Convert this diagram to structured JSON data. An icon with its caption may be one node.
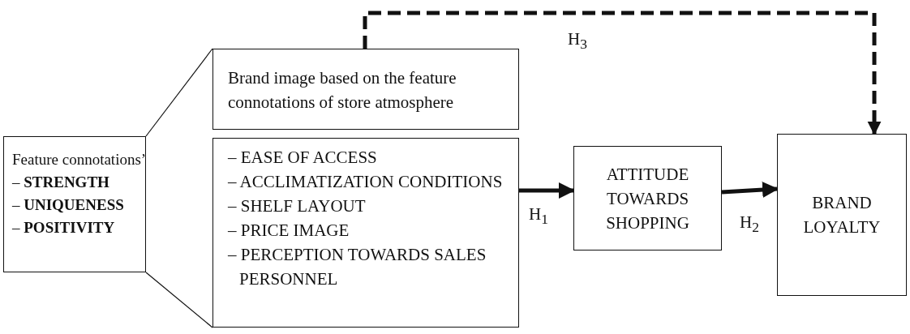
{
  "diagram": {
    "nodes": [
      {
        "text": [
          "Feature connotations’",
          "– **STRENGTH**",
          "– **UNIQUENESS**",
          "– **POSITIVITY**"
        ]
      },
      {
        "text": [
          "Brand image based on the feature connotations of store atmosphere"
        ]
      },
      {
        "text": [
          "– EASE OF ACCESS",
          "– ACCLIMATIZATION CONDITIONS",
          "– SHELF LAYOUT",
          "– PRICE IMAGE",
          "– PERCEPTION TOWARDS SALES PERSONNEL"
        ]
      },
      {
        "text": [
          "ATTITUDE TOWARDS SHOPPING"
        ]
      },
      {
        "text": [
          "BRAND LOYALTY"
        ]
      }
    ],
    "edges": [
      {
        "from": 0,
        "to": 1,
        "arrow": "none"
      },
      {
        "from": 0,
        "to": 2,
        "arrow": "none"
      },
      {
        "from": 2,
        "to": 3,
        "arrow": "to"
      },
      {
        "from": 3,
        "to": 4,
        "arrow": "to"
      },
      {
        "from": 1,
        "to": 4,
        "arrow": "to",
        "style": "dashed"
      }
    ],
    "labels": [
      "H$_{3}$",
      "H$_{1}$",
      "H$_{2}$"
    ]
  }
}
